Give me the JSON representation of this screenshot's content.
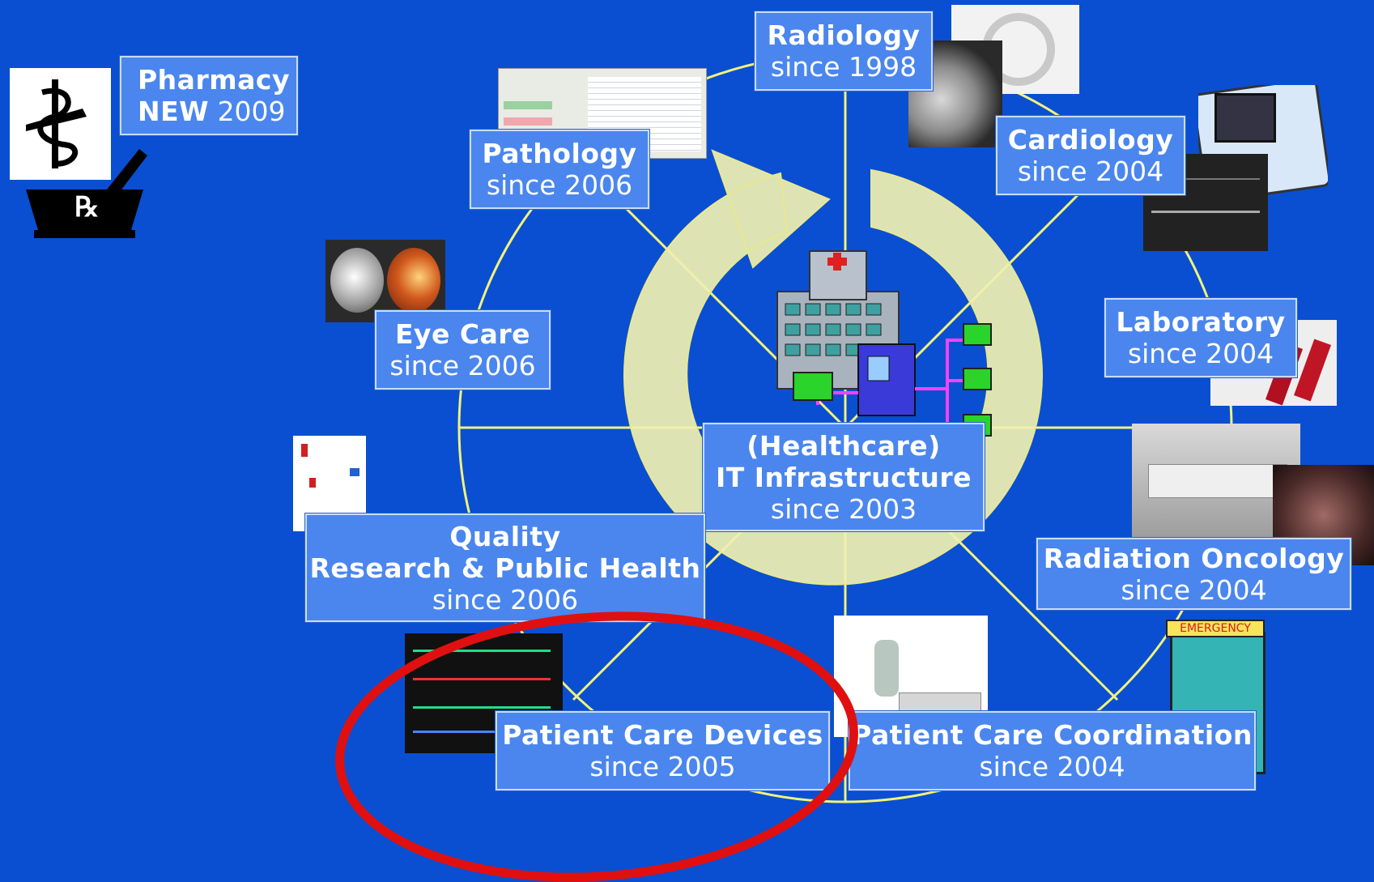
{
  "center": {
    "line1": "(Healthcare)",
    "line2": "IT Infrastructure",
    "since": "since 2003"
  },
  "domains": {
    "pharmacy": {
      "title": "Pharmacy",
      "prefix": "NEW",
      "year": "2009"
    },
    "radiology": {
      "title": "Radiology",
      "since": "since 1998"
    },
    "cardiology": {
      "title": "Cardiology",
      "since": "since 2004"
    },
    "pathology": {
      "title": "Pathology",
      "since": "since 2006"
    },
    "eye_care": {
      "title": "Eye Care",
      "since": "since 2006"
    },
    "laboratory": {
      "title": "Laboratory",
      "since": "since 2004"
    },
    "quality": {
      "title1": "Quality",
      "title2": "Research & Public Health",
      "since": "since 2006"
    },
    "radiation_oncology": {
      "title": "Radiation Oncology",
      "since": "since 2004"
    },
    "patient_care_devices": {
      "title": "Patient Care Devices",
      "since": "since 2005"
    },
    "patient_care_coordination": {
      "title": "Patient Care Coordination",
      "since": "since 2004"
    }
  },
  "emergency_sign": "EMERGENCY",
  "rx_symbol": "℞",
  "colors": {
    "background": "#0a4fd1",
    "box_fill": "#4a86ee",
    "wheel_line": "#f2f27a",
    "arrow_fill": "#f0f0b0",
    "highlight_ellipse": "#e01010"
  }
}
